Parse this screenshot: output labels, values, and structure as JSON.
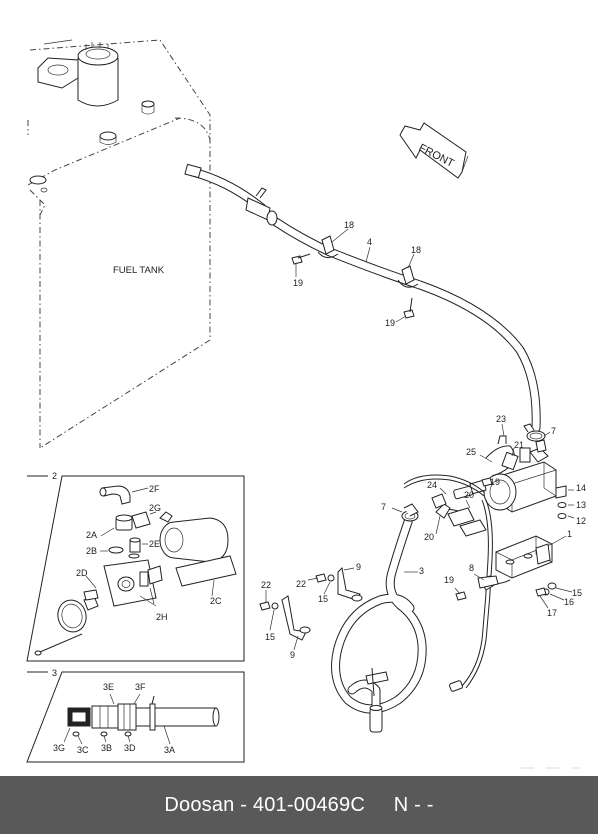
{
  "diagram": {
    "tank_label": "FUEL TANK",
    "front_label": "FRONT",
    "callouts": {
      "c4": "4",
      "c18a": "18",
      "c18b": "18",
      "c19a": "19",
      "c19b": "19",
      "c19c": "19",
      "c19d": "19",
      "c23": "23",
      "c7a": "7",
      "c7b": "7",
      "c21": "21",
      "c25": "25",
      "c24": "24",
      "c20a": "20",
      "c20b": "20",
      "c14": "14",
      "c13": "13",
      "c12": "12",
      "c1": "1",
      "c3": "3",
      "c8": "8",
      "c9a": "9",
      "c9b": "9",
      "c22a": "22",
      "c22b": "22",
      "c15a": "15",
      "c15b": "15",
      "c15c": "15",
      "c16": "16",
      "c17": "17"
    },
    "detail2": {
      "number": "2",
      "labels": {
        "f": "2F",
        "g": "2G",
        "a": "2A",
        "e": "2E",
        "b": "2B",
        "d": "2D",
        "c": "2C",
        "h": "2H"
      }
    },
    "detail3": {
      "number": "3",
      "labels": {
        "e": "3E",
        "f": "3F",
        "g": "3G",
        "c": "3C",
        "b": "3B",
        "d": "3D",
        "a": "3A"
      }
    }
  },
  "footer": {
    "text": "Doosan - 401-00469C     N - -"
  }
}
